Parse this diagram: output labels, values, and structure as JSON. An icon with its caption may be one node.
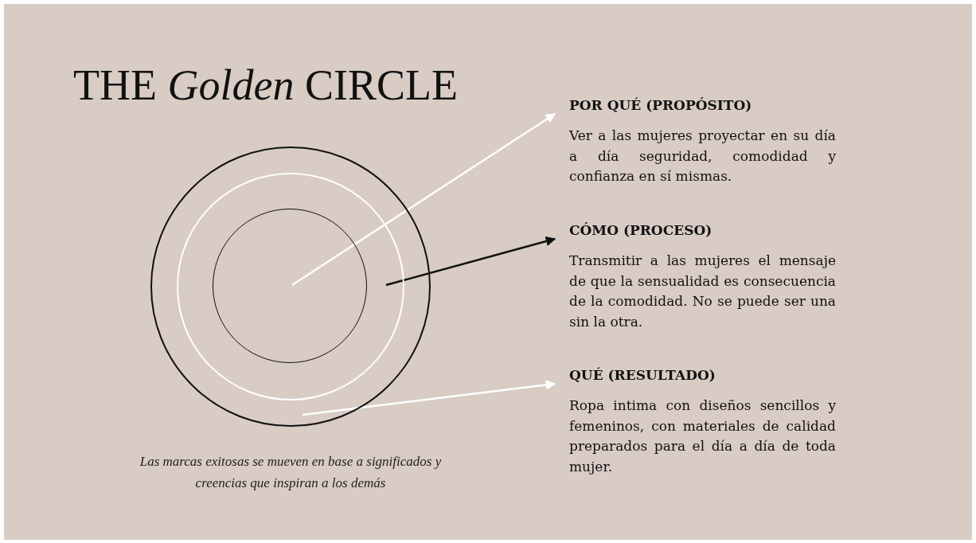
{
  "diagram": {
    "title": "THE *Golden* CIRCLE",
    "caption": "Las marcas exitosas se mueven en base a significados y creencias que inspiran a los demás",
    "nodes": [
      {
        "text": [],
        "shape": "circle"
      },
      {
        "text": [],
        "shape": "circle",
        "in": 0
      },
      {
        "text": [],
        "shape": "circle",
        "in": 1
      },
      {
        "text": [
          "POR QUÉ (PROPÓSITO)",
          "Ver a las mujeres proyectar en su día a día seguridad, comodidad y confianza en sí mismas."
        ]
      },
      {
        "text": [
          "CÓMO (PROCESO)",
          "Transmitir a las mujeres el mensaje de que la sensualidad es consecuencia de la comodidad. No se puede ser una sin la otra."
        ]
      },
      {
        "text": [
          "QUÉ (RESULTADO)",
          "Ropa intima con diseños sencillos y femeninos, con materiales de calidad preparados para el día a día de toda mujer."
        ]
      }
    ],
    "edges": [
      {
        "from": 2,
        "to": 3,
        "arrow": "to",
        "color": "#ffffff"
      },
      {
        "from": 1,
        "to": 4,
        "arrow": "to",
        "color": "#111111"
      },
      {
        "from": 0,
        "to": 5,
        "arrow": "to",
        "color": "#ffffff"
      }
    ]
  }
}
